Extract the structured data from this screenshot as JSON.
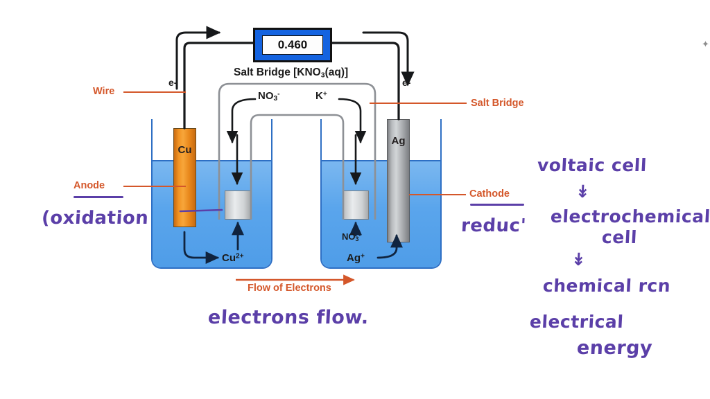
{
  "diagram": {
    "title": "Voltaic (galvanic) cell diagram with handwritten annotations",
    "voltmeter": {
      "value": "0.460",
      "name": "voltmeter"
    },
    "salt_bridge": {
      "title_prefix": "Salt Bridge [KNO",
      "title_sub": "3",
      "title_suffix": "(aq)]",
      "anion_label": "NO",
      "anion_sub": "3",
      "anion_charge": "-",
      "cation_label": "K",
      "cation_charge": "+"
    },
    "electrodes": {
      "left": "Cu",
      "right": "Ag"
    },
    "ions": {
      "left_solution": "Cu",
      "left_solution_sup": "2+",
      "right_solution": "Ag",
      "right_solution_sup": "+",
      "right_bridge_anion": "NO",
      "right_bridge_anion_sub": "3",
      "right_bridge_anion_charge": "-"
    },
    "electron_labels": {
      "left": "e-",
      "right": "e-"
    },
    "callouts": {
      "wire": "Wire",
      "anode": "Anode",
      "cathode": "Cathode",
      "salt_bridge": "Salt Bridge",
      "flow_of_electrons": "Flow of Electrons"
    },
    "handwriting": {
      "oxidation": "(oxidation",
      "reduction": "reduc'",
      "electrons_flow": "electrons flow.",
      "line1": "voltaic cell",
      "arrow1": "↡",
      "line2": "electrochemical",
      "line3": "cell",
      "arrow2": "↡",
      "line4": "chemical rcn",
      "line5": "electrical",
      "line6": "energy"
    },
    "colors": {
      "callout_orange": "#D4572A",
      "handwriting_purple": "#5B3FA8",
      "voltmeter_blue": "#1463E0",
      "solution_blue": "#5AA5EC",
      "beaker_outline": "#2E6FC4",
      "copper": "#F29424",
      "silver": "#B9BCBF",
      "wire_black": "#1a1a1a"
    },
    "decoration": {
      "sparkle": "✦"
    }
  }
}
